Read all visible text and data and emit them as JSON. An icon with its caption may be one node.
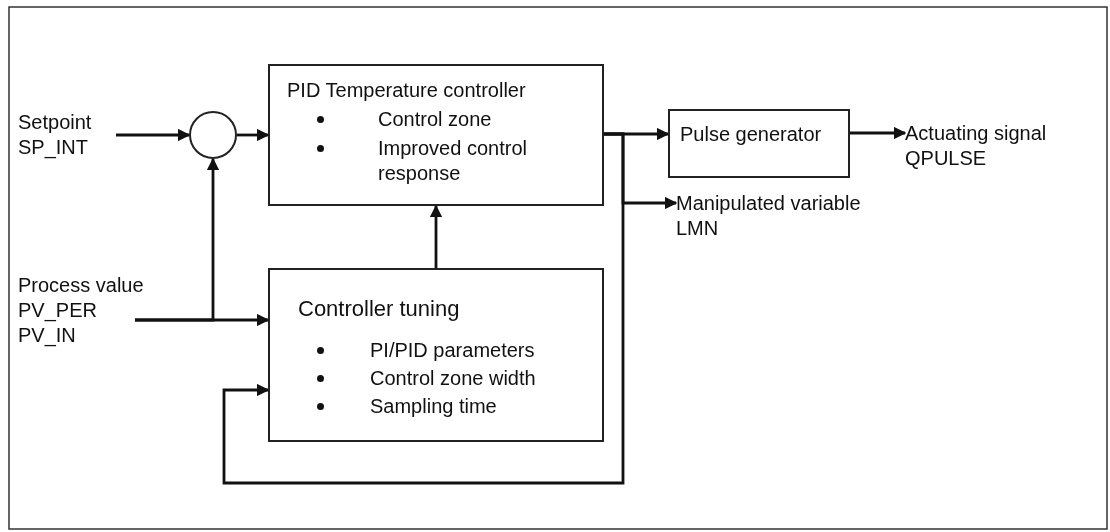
{
  "diagram": {
    "nodes": [
      {
        "text": [
          "Setpoint SP_INT"
        ]
      },
      {
        "text": [],
        "shape": "circle"
      },
      {
        "text": [
          "PID Temperature controller",
          "Control zone",
          "Improved control response"
        ]
      },
      {
        "text": [
          "Process value PV_PER PV_IN"
        ]
      },
      {
        "text": [
          "Controller tuning",
          "PI/PID parameters",
          "Control zone width",
          "Sampling time"
        ]
      },
      {
        "text": [
          "Pulse generator"
        ]
      },
      {
        "text": [
          "Actuating signal QPULSE"
        ]
      },
      {
        "text": [
          "Manipulated variable LMN"
        ]
      }
    ],
    "edges": [
      {
        "from": 0,
        "to": 1,
        "arrow": "to"
      },
      {
        "from": 1,
        "to": 2,
        "arrow": "to"
      },
      {
        "from": 3,
        "to": 1,
        "arrow": "to"
      },
      {
        "from": 3,
        "to": 4,
        "arrow": "to"
      },
      {
        "from": 4,
        "to": 2,
        "arrow": "to"
      },
      {
        "from": 2,
        "to": 5,
        "arrow": "to"
      },
      {
        "from": 5,
        "to": 6,
        "arrow": "to"
      },
      {
        "from": 2,
        "to": 7,
        "arrow": "to"
      },
      {
        "from": 2,
        "to": 4,
        "arrow": "to"
      }
    ]
  }
}
